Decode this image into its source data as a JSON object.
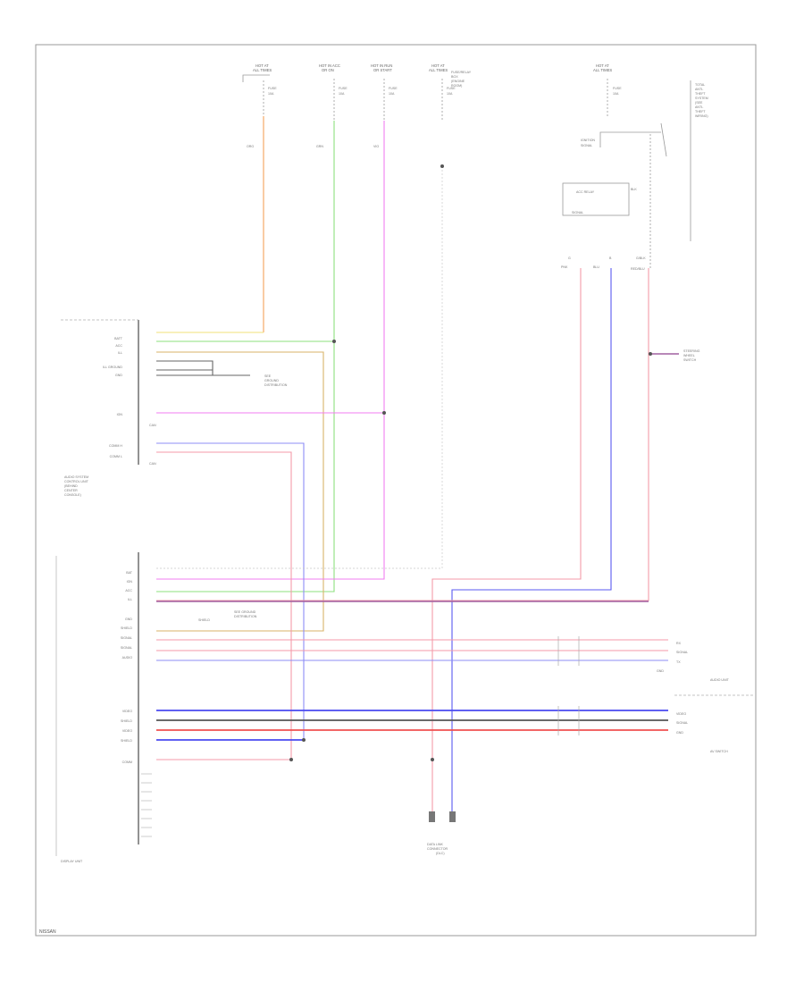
{
  "fuse_headers": [
    {
      "line1": "HOT AT",
      "line2": "ALL TIMES"
    },
    {
      "line1": "HOT IN ACC",
      "line2": "OR ON"
    },
    {
      "line1": "HOT IN RUN",
      "line2": "OR START"
    },
    {
      "line1": "HOT AT",
      "line2": "ALL TIMES"
    },
    {
      "line1": "HOT AT",
      "line2": "ALL TIMES"
    }
  ],
  "fuses": [
    {
      "name": "FUSE",
      "rating": "10A"
    },
    {
      "name": "FUSE",
      "rating": "10A"
    },
    {
      "name": "FUSE",
      "rating": "10A"
    },
    {
      "name": "FUSE",
      "rating": "10A"
    },
    {
      "name": "FUSE",
      "rating": "10A"
    }
  ],
  "fuse_block_note": [
    "FUSE/RELAY",
    "BOX",
    "(ENGINE",
    "ROOM)"
  ],
  "right_side_note": [
    "TOTAL",
    "ANTI-",
    "THEFT",
    "SYSTEM",
    "(SEE",
    "ANTI-",
    "THEFT",
    "WIRING)"
  ],
  "ignition_labels": {
    "relay": "ACC RELAY",
    "switch": "IGNITION",
    "signal": "SIGNAL"
  },
  "splice_labels": [
    "G",
    "B",
    "G/BLK"
  ],
  "ground_note": [
    "SEE",
    "GROUND",
    "DISTRIBUTION"
  ],
  "upper_module": {
    "name_lines": [
      "AUDIO SYSTEM",
      "CONTROL UNIT",
      "(BEHIND",
      "CENTER",
      "CONSOLE)"
    ],
    "pins": [
      {
        "label": "BATT",
        "wire": "Y/BLK"
      },
      {
        "label": "ACC",
        "wire": "GRN"
      },
      {
        "label": "ILL",
        "wire": "BRN"
      },
      {
        "label": "ILL GROUND",
        "wire": "BLK"
      },
      {
        "label": "GND",
        "wire": "BLK"
      },
      {
        "label": "IGN",
        "wire": "VIO"
      },
      {
        "label": "COMM H",
        "wire": "BLU"
      },
      {
        "label": "COMM L",
        "wire": "PNK"
      }
    ],
    "ground_ref": [
      "SEE",
      "GROUND",
      "DISTRIBUTION"
    ],
    "can_note": "CAN"
  },
  "display_unit": {
    "name": "DISPLAY UNIT",
    "pins": [
      {
        "label": "BAT",
        "wire": "VIO/Y"
      },
      {
        "label": "IGN",
        "wire": "VIO"
      },
      {
        "label": "ACC",
        "wire": "GRN"
      },
      {
        "label": "ILL",
        "wire": "RED/BLU"
      },
      {
        "label": "GND",
        "wire": "BLK"
      },
      {
        "label": "SHIELD",
        "wire": "SHIELD"
      },
      {
        "label": "SIGNAL",
        "wire": "PNK"
      },
      {
        "label": "SIGNAL",
        "wire": "BLU"
      },
      {
        "label": "AUDIO",
        "wire": "BLU"
      },
      {
        "label": "VIDEO",
        "wire": "BLU"
      },
      {
        "label": "SHIELD",
        "wire": "BLK"
      },
      {
        "label": "VIDEO",
        "wire": "RED"
      },
      {
        "label": "SHIELD",
        "wire": "BLU"
      },
      {
        "label": "COMM",
        "wire": "PNK"
      }
    ],
    "ground_note": [
      "SEE GROUND",
      "DISTRIBUTION"
    ],
    "shield_label": "SHIELD"
  },
  "audio_unit": {
    "name": "AUDIO UNIT",
    "pins": [
      "RX",
      "SIGNAL",
      "TX",
      "GND"
    ]
  },
  "av_section": {
    "name": "AV SWITCH",
    "pins": [
      "VIDEO",
      "SIGNAL",
      "GND"
    ]
  },
  "bottom_connector": [
    "DATA LINK",
    "CONNECTOR",
    "(DLC)"
  ],
  "steering_switch": [
    "STEERING",
    "WHEEL",
    "SWITCH"
  ],
  "wire_tags": {
    "pnk": "PNK",
    "blu": "BLU",
    "red_blu": "RED/BLU",
    "vio": "VIO",
    "grn": "GRN",
    "yel": "Y/BLK",
    "org": "ORG",
    "brn": "BRN",
    "blk": "BLK"
  },
  "footer": "NISSAN"
}
